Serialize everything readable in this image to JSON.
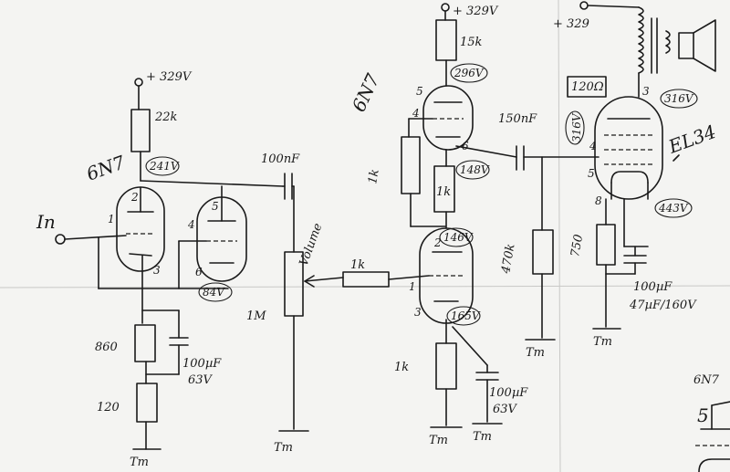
{
  "supply": {
    "left": "+ 329V",
    "middle": "+ 329V",
    "right": "+ 329"
  },
  "input_label": "In",
  "ground_label": "Tm",
  "tubes": {
    "left": "6N7",
    "middle": "6N7",
    "power": "EL34",
    "corner_note": "6N7"
  },
  "components": {
    "r_22k": "22k",
    "r_15k": "15k",
    "r_1k_series": "1k",
    "r_1k_mid": "1k",
    "r_1k_grid": "1k",
    "r_1k_cathode": "1k",
    "r_470k": "470k",
    "r_750": "750",
    "r_860": "860",
    "r_120": "120",
    "r_1M": "1M",
    "r_120_screen": "120Ω",
    "c_100pf_top": "100nF",
    "c_150nf": "150nF",
    "c_100uf_left": "100µF",
    "c_100uf_left_v": "63V",
    "c_100uf_mid": "100µF",
    "c_100uf_mid_v": "63V",
    "c_100uf_right": "100µF",
    "c_47uf": "47µF/160V",
    "volume": "Volume"
  },
  "voltages": {
    "v_left_anode": "241V",
    "v_left_cathode": "84V",
    "v_mid_anode": "296V",
    "v_mid_k": "148V",
    "v_mid_g": "146V",
    "v_mid_cathode": "165V",
    "v_el34_anode": "316V",
    "v_el34_screen": "316V",
    "v_el34_cathode": "443V"
  },
  "pins": {
    "p1": "1",
    "p2": "2",
    "p3": "3",
    "p4": "4",
    "p5": "5",
    "p6": "6",
    "m5": "5",
    "m4": "4",
    "m6": "6",
    "m2": "2",
    "m1": "1",
    "m3": "3",
    "e3": "3",
    "e4": "4",
    "e5": "5",
    "e8": "8",
    "c5": "5"
  }
}
